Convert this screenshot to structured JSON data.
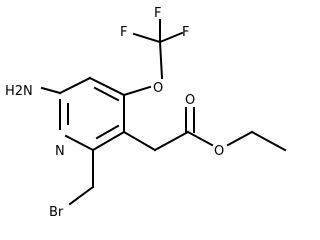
{
  "molecule": {
    "atom_labels": {
      "amine": "H2N",
      "ring_nitrogen": "N",
      "bromine": "Br",
      "ether_oxygen": "O",
      "fluorine_1": "F",
      "fluorine_2": "F",
      "fluorine_3": "F",
      "carbonyl_oxygen": "O",
      "ester_oxygen": "O"
    }
  }
}
